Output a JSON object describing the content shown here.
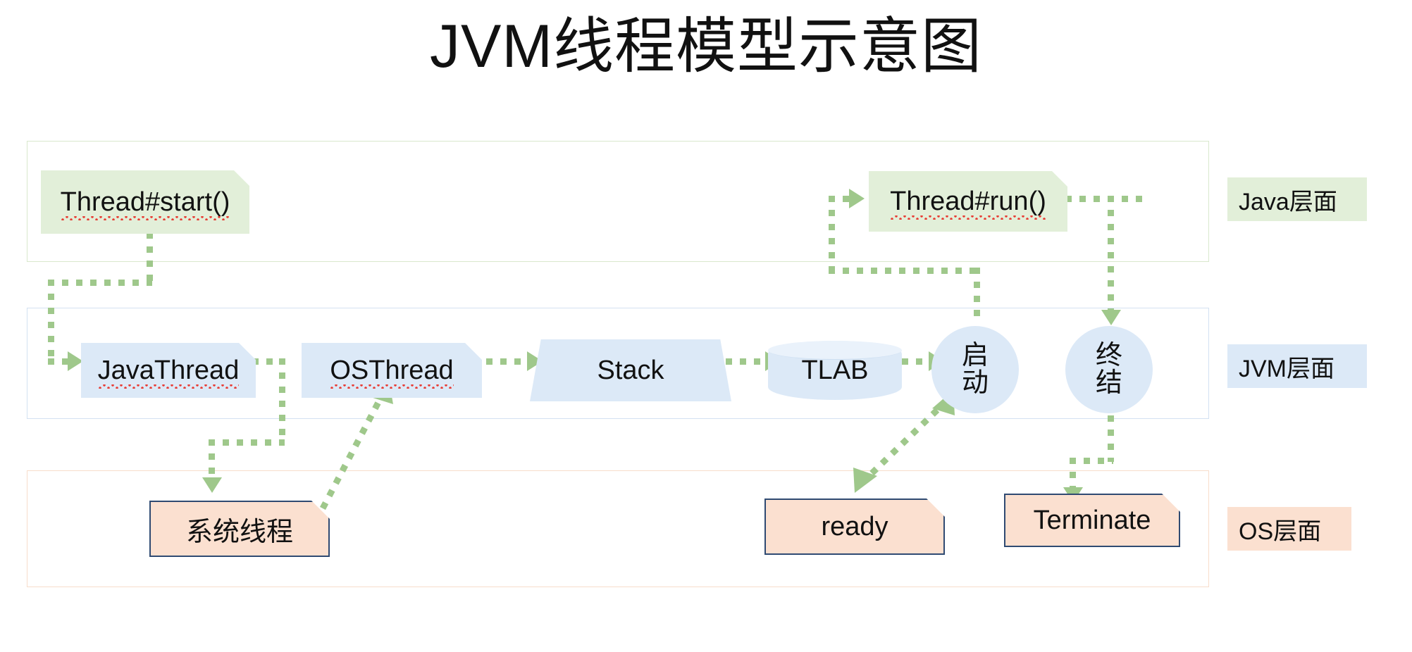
{
  "page": {
    "title": "JVM线程模型示意图",
    "accent_green": "#9fc88b",
    "fill_green": "#e2efd9",
    "fill_blue": "#dce9f7",
    "fill_peach": "#fbe0d0",
    "border_navy": "#2f4a72"
  },
  "lanes": [
    {
      "id": "java",
      "legend": "Java层面"
    },
    {
      "id": "jvm",
      "legend": "JVM层面"
    },
    {
      "id": "os",
      "legend": "OS层面"
    }
  ],
  "nodes": {
    "java_layer": [
      {
        "id": "thread-start",
        "label": "Thread#start()",
        "shape": "note",
        "layer": "java",
        "misspelled": true
      },
      {
        "id": "thread-run",
        "label": "Thread#run()",
        "shape": "note",
        "layer": "java",
        "misspelled": true
      }
    ],
    "jvm_layer": [
      {
        "id": "java-thread",
        "label": "JavaThread",
        "shape": "note",
        "layer": "jvm",
        "misspelled": true
      },
      {
        "id": "os-thread",
        "label": "OSThread",
        "shape": "note",
        "layer": "jvm",
        "misspelled": true
      },
      {
        "id": "stack",
        "label": "Stack",
        "shape": "trapezoid",
        "layer": "jvm",
        "misspelled": false
      },
      {
        "id": "tlab",
        "label": "TLAB",
        "shape": "cylinder",
        "layer": "jvm",
        "misspelled": false
      },
      {
        "id": "qidong",
        "label": "启动",
        "shape": "circle",
        "layer": "jvm",
        "misspelled": false
      },
      {
        "id": "zhongjie",
        "label": "终结",
        "shape": "circle",
        "layer": "jvm",
        "misspelled": false
      }
    ],
    "os_layer": [
      {
        "id": "system-thread",
        "label": "系统线程",
        "shape": "note",
        "layer": "os",
        "misspelled": false
      },
      {
        "id": "ready",
        "label": "ready",
        "shape": "note",
        "layer": "os",
        "misspelled": false
      },
      {
        "id": "terminate",
        "label": "Terminate",
        "shape": "note",
        "layer": "os",
        "misspelled": false
      }
    ]
  },
  "edges": [
    {
      "from": "thread-start",
      "to": "java-thread",
      "style": "dotted",
      "arrow": "single"
    },
    {
      "from": "java-thread",
      "to": "system-thread",
      "style": "dotted",
      "arrow": "single"
    },
    {
      "from": "system-thread",
      "to": "os-thread",
      "style": "dotted",
      "arrow": "single"
    },
    {
      "from": "os-thread",
      "to": "stack",
      "style": "dotted",
      "arrow": "single"
    },
    {
      "from": "stack",
      "to": "tlab",
      "style": "dotted",
      "arrow": "single"
    },
    {
      "from": "tlab",
      "to": "qidong",
      "style": "dotted",
      "arrow": "single"
    },
    {
      "from": "ready",
      "to": "qidong",
      "style": "dotted",
      "arrow": "double"
    },
    {
      "from": "qidong",
      "to": "thread-run",
      "style": "dotted",
      "arrow": "single"
    },
    {
      "from": "thread-run",
      "to": "zhongjie",
      "style": "dotted",
      "arrow": "single"
    },
    {
      "from": "zhongjie",
      "to": "terminate",
      "style": "dotted",
      "arrow": "single"
    }
  ]
}
